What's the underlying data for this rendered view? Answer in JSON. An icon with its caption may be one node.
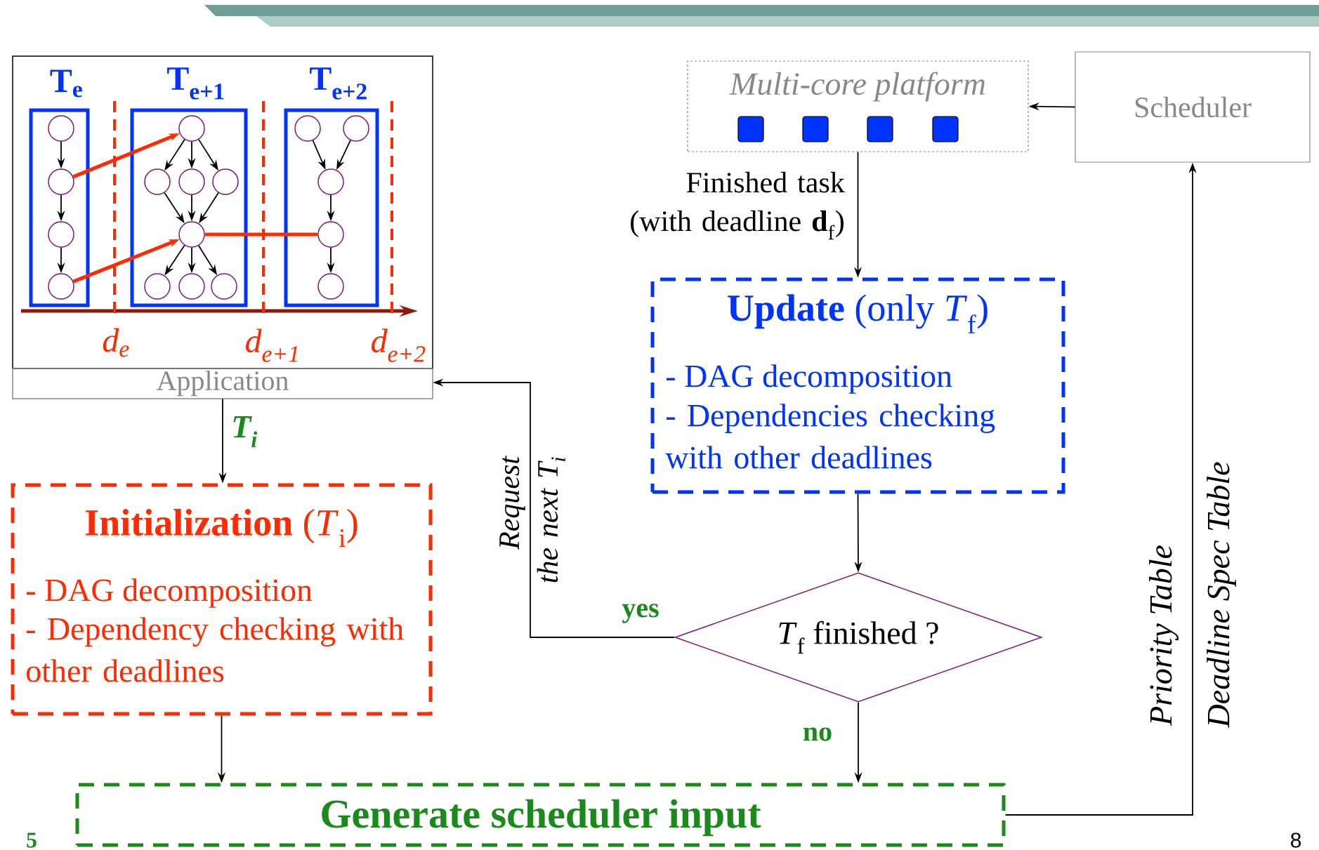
{
  "diagram": {
    "nodes": [
      {
        "text": [
          "Application"
        ]
      },
      {
        "text": [
          "T$_{e}$"
        ],
        "in": 0
      },
      {
        "text": [],
        "shape": "circle",
        "in": 1
      },
      {
        "text": [],
        "shape": "circle",
        "in": 1
      },
      {
        "text": [],
        "shape": "circle",
        "in": 1
      },
      {
        "text": [],
        "shape": "circle",
        "in": 1
      },
      {
        "text": [
          "T$_{e+1}$"
        ],
        "in": 0
      },
      {
        "text": [],
        "shape": "circle",
        "in": 6
      },
      {
        "text": [],
        "shape": "circle",
        "in": 6
      },
      {
        "text": [],
        "shape": "circle",
        "in": 6
      },
      {
        "text": [],
        "shape": "circle",
        "in": 6
      },
      {
        "text": [],
        "shape": "circle",
        "in": 6
      },
      {
        "text": [],
        "shape": "circle",
        "in": 6
      },
      {
        "text": [],
        "shape": "circle",
        "in": 6
      },
      {
        "text": [],
        "shape": "circle",
        "in": 6
      },
      {
        "text": [
          "T$_{e+2}$"
        ],
        "in": 0
      },
      {
        "text": [],
        "shape": "circle",
        "in": 15
      },
      {
        "text": [],
        "shape": "circle",
        "in": 15
      },
      {
        "text": [],
        "shape": "circle",
        "in": 15
      },
      {
        "text": [],
        "shape": "circle",
        "in": 15
      },
      {
        "text": [],
        "shape": "circle",
        "in": 15
      },
      {
        "text": [
          "Multi-core platform"
        ]
      },
      {
        "text": [
          "Scheduler"
        ]
      },
      {
        "text": [
          "**Update** (only *T*$_{f}$)",
          "- DAG decomposition",
          "- Dependencies checking with other deadlines"
        ]
      },
      {
        "text": [
          "**Initialization** (*T*$_{i}$)",
          "- DAG decomposition",
          "- Dependency checking with other deadlines"
        ]
      },
      {
        "text": [
          "*T*$_{f}$ finished ?"
        ]
      },
      {
        "text": [
          "Generate scheduler input"
        ]
      }
    ],
    "edges": [
      {
        "from": 2,
        "to": 3,
        "arrow": "to"
      },
      {
        "from": 3,
        "to": 4,
        "arrow": "to"
      },
      {
        "from": 4,
        "to": 5,
        "arrow": "to"
      },
      {
        "from": 7,
        "to": 8,
        "arrow": "to"
      },
      {
        "from": 7,
        "to": 9,
        "arrow": "to"
      },
      {
        "from": 7,
        "to": 10,
        "arrow": "to"
      },
      {
        "from": 8,
        "to": 11,
        "arrow": "to"
      },
      {
        "from": 9,
        "to": 11,
        "arrow": "to"
      },
      {
        "from": 10,
        "to": 11,
        "arrow": "to"
      },
      {
        "from": 11,
        "to": 12,
        "arrow": "to"
      },
      {
        "from": 11,
        "to": 13,
        "arrow": "to"
      },
      {
        "from": 11,
        "to": 14,
        "arrow": "to"
      },
      {
        "from": 16,
        "to": 18,
        "arrow": "to"
      },
      {
        "from": 17,
        "to": 18,
        "arrow": "to"
      },
      {
        "from": 18,
        "to": 19,
        "arrow": "to"
      },
      {
        "from": 19,
        "to": 20,
        "arrow": "to"
      },
      {
        "from": 3,
        "to": 7,
        "arrow": "to",
        "style": "thick",
        "color": "#ff2a00"
      },
      {
        "from": 5,
        "to": 11,
        "arrow": "to",
        "style": "thick",
        "color": "#ff2a00"
      },
      {
        "from": 11,
        "to": 19,
        "arrow": "none",
        "style": "thick",
        "color": "#ff2a00"
      },
      {
        "from": 22,
        "to": 21,
        "arrow": "to"
      },
      {
        "from": 21,
        "to": 23,
        "arrow": "to",
        "label": "Finished task (with deadline **d**$_{f}$)"
      },
      {
        "from": 23,
        "to": 25,
        "arrow": "to"
      },
      {
        "from": 25,
        "to": 26,
        "arrow": "to",
        "label": "no"
      },
      {
        "from": 25,
        "to": 0,
        "arrow": "to",
        "label": "yes"
      },
      {
        "from": 0,
        "to": 24,
        "arrow": "to",
        "label": "T$_{i}$"
      },
      {
        "from": 24,
        "to": 26,
        "arrow": "to"
      },
      {
        "from": 26,
        "to": 22,
        "arrow": "to",
        "label": "Priority Table"
      }
    ],
    "labels": [
      "d$_{e}$",
      "d$_{e+1}$",
      "d$_{e+2}$",
      "Request the next *T*$_{i}$",
      "Deadline Spec Table",
      "5",
      "8"
    ]
  }
}
